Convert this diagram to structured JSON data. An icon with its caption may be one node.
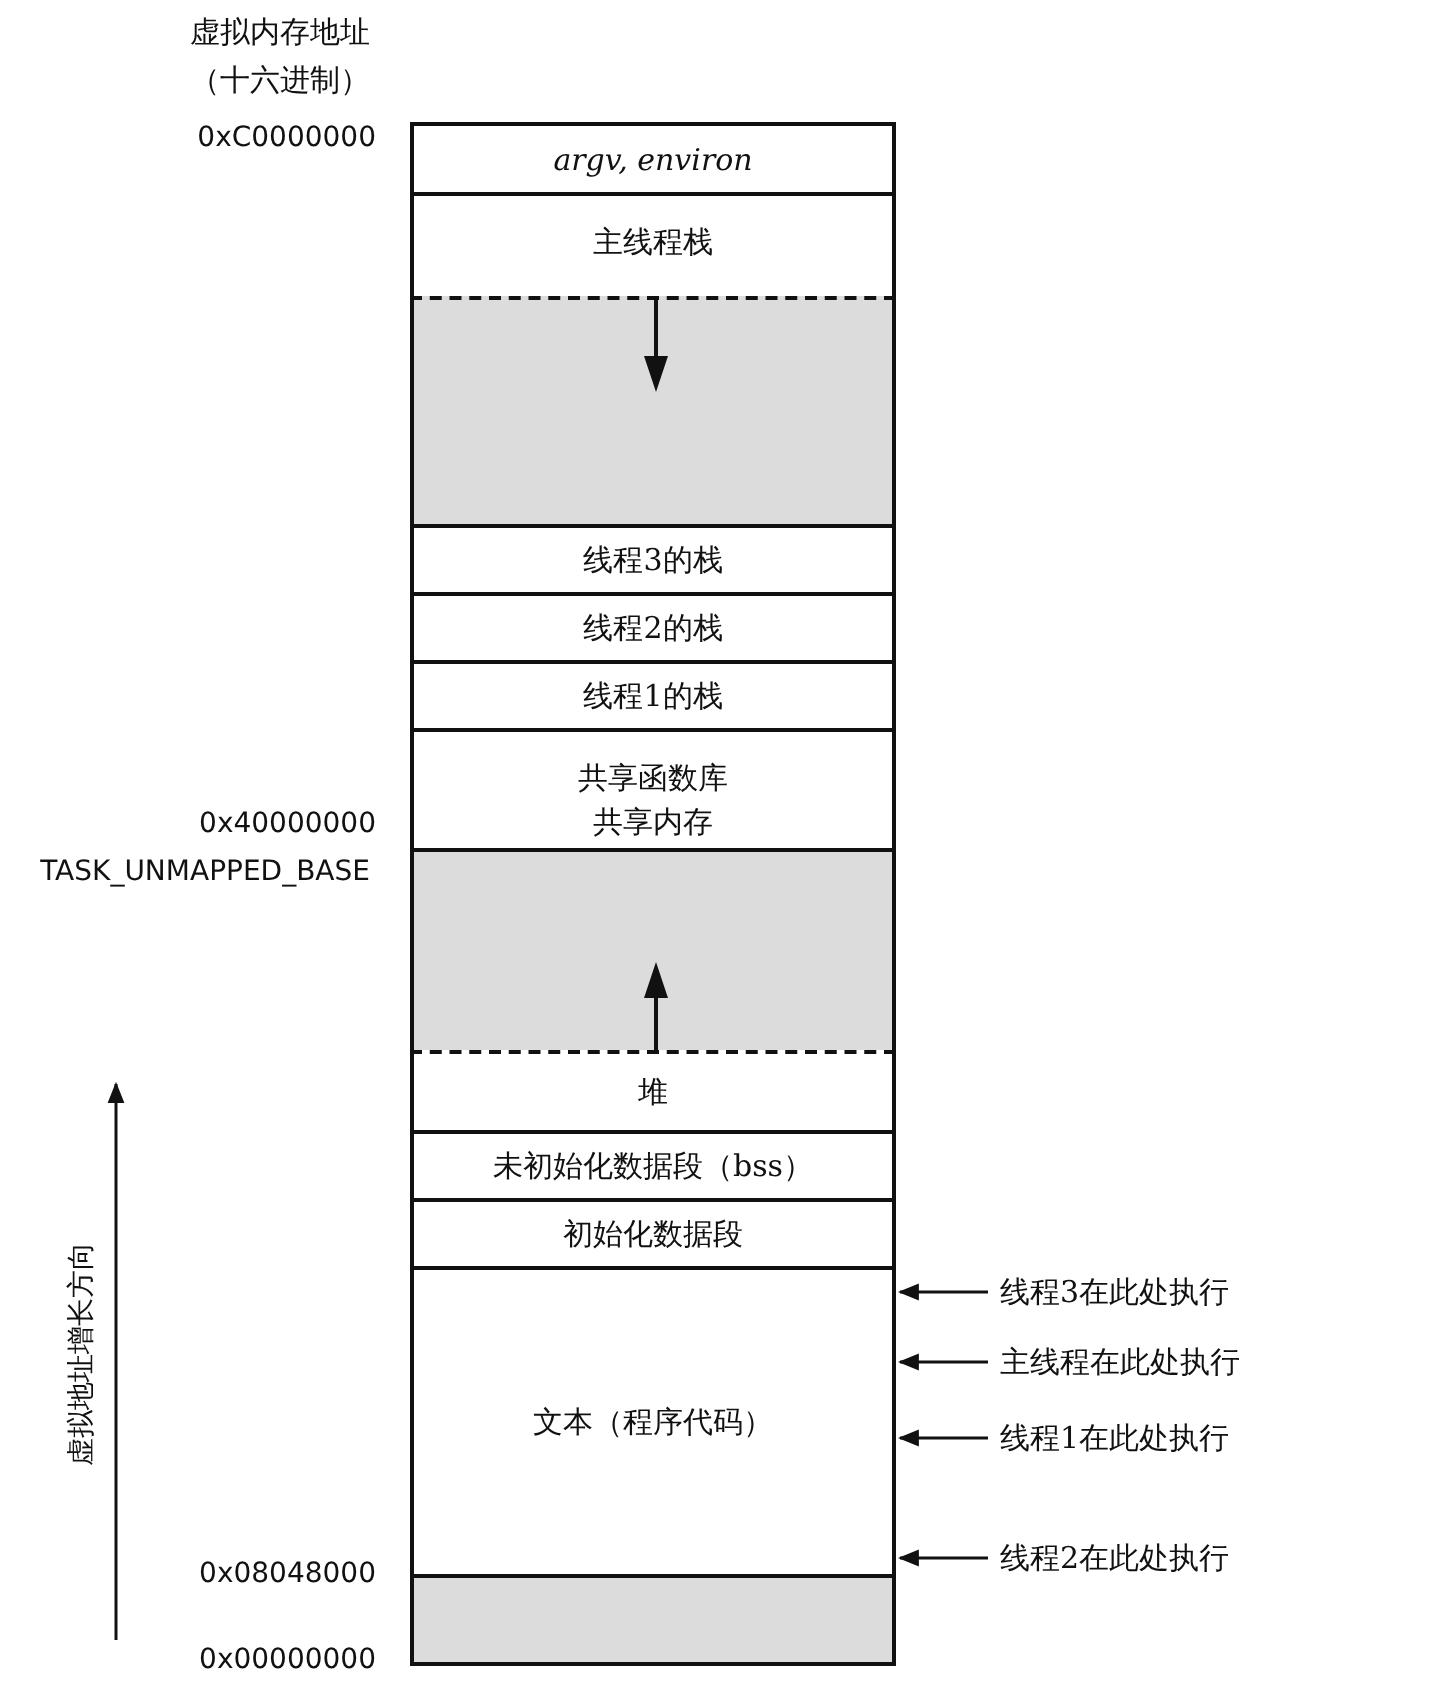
{
  "diagram": {
    "nodes": [
      {
        "text": [
          "argv, environ"
        ]
      },
      {
        "text": [
          "主线程栈"
        ]
      },
      {
        "text": [],
        "shape": "box"
      },
      {
        "text": [
          "线程3的栈"
        ]
      },
      {
        "text": [
          "线程2的栈"
        ]
      },
      {
        "text": [
          "线程1的栈"
        ]
      },
      {
        "text": [
          "共享函数库",
          "共享内存"
        ]
      },
      {
        "text": [],
        "shape": "box"
      },
      {
        "text": [
          "堆"
        ]
      },
      {
        "text": [
          "未初始化数据段（bss）"
        ]
      },
      {
        "text": [
          "初始化数据段"
        ]
      },
      {
        "text": [
          "文本（程序代码）"
        ]
      },
      {
        "text": [],
        "shape": "box"
      },
      {
        "text": [
          "线程3在此处执行"
        ]
      },
      {
        "text": [
          "主线程在此处执行"
        ]
      },
      {
        "text": [
          "线程1在此处执行"
        ]
      },
      {
        "text": [
          "线程2在此处执行"
        ]
      }
    ],
    "edges": [
      {
        "from": 13,
        "to": 11,
        "arrow": "to"
      },
      {
        "from": 14,
        "to": 11,
        "arrow": "to"
      },
      {
        "from": 15,
        "to": 11,
        "arrow": "to"
      },
      {
        "from": 16,
        "to": 11,
        "arrow": "to"
      }
    ],
    "labels": [
      "虚拟内存地址（十六进制）",
      "0xC0000000",
      "0x40000000",
      "TASK_UNMAPPED_BASE",
      "0x08048000",
      "0x00000000",
      "虚拟地址增长方向"
    ]
  }
}
